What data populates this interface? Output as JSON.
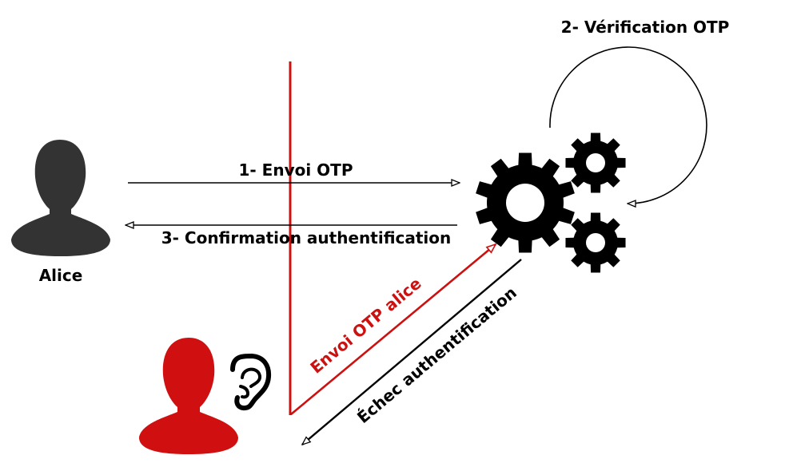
{
  "labels": {
    "alice": "Alice",
    "step1": "1- Envoi OTP",
    "step2": "2- Vérification OTP",
    "step3": "3- Confirmation authentification",
    "attack_send": "Envoi OTP alice",
    "attack_fail": "Échec authentification"
  },
  "colors": {
    "alice": "#333333",
    "attacker": "#d01010",
    "ink": "#000000",
    "attack_line": "#cc1111"
  },
  "icons": {
    "alice": "person-icon",
    "attacker": "person-icon",
    "eavesdrop": "ear-icon",
    "server": "gears-icon"
  }
}
